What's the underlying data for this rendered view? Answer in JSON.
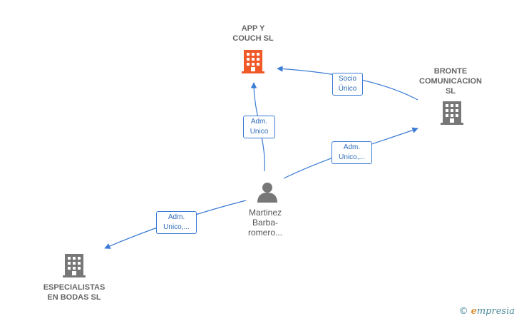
{
  "nodes": {
    "app_y_couch": {
      "name": "APP Y\nCOUCH  SL",
      "icon": "building-icon",
      "color": "#f05a28"
    },
    "bronte": {
      "name": "BRONTE\nCOMUNICACION\nSL",
      "icon": "building-icon",
      "color": "#777777"
    },
    "especialistas": {
      "name": "ESPECIALISTAS\nEN BODAS SL",
      "icon": "building-icon",
      "color": "#777777"
    },
    "martinez": {
      "name": "Martinez\nBarba-\nromero...",
      "icon": "person-icon",
      "color": "#777777"
    }
  },
  "edges": {
    "martinez_to_app": "Adm.\nUnico",
    "bronte_to_app": "Socio\nÚnico",
    "martinez_to_bronte": "Adm.\nUnico,...",
    "martinez_to_especialistas": "Adm.\nUnico,..."
  },
  "colors": {
    "edge": "#3a7bd5",
    "highlight": "#f05a28",
    "neutral": "#777777"
  },
  "watermark": {
    "symbol": "©",
    "brand_initial": "e",
    "brand_rest": "mpresia"
  }
}
